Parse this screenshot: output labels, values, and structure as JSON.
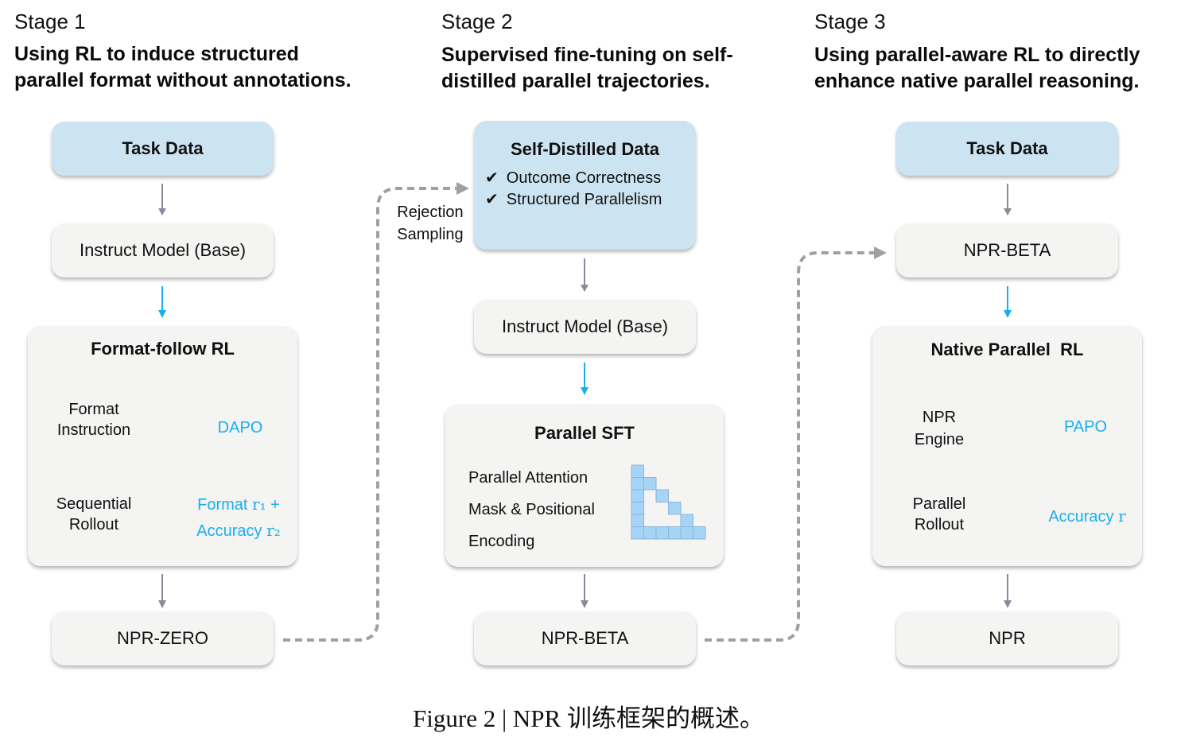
{
  "stages": [
    {
      "label": "Stage 1",
      "desc_line1": "Using RL to induce structured",
      "desc_line2": "parallel format without annotations.",
      "input_box": "Task Data",
      "model_box": "Instruct Model (Base)",
      "panel": {
        "title": "Format-follow RL",
        "left_step1_line1": "Format",
        "left_step1_line2": "Instruction",
        "left_step2_line1": "Sequential",
        "left_step2_line2": "Rollout",
        "algo": "DAPO",
        "reward_line1_text": "Format ",
        "reward_line1_sym": "r₁",
        "reward_line1_suffix": " +",
        "reward_line2_text": "Accuracy ",
        "reward_line2_sym": "r₂"
      },
      "output_box": "NPR-ZERO"
    },
    {
      "label": "Stage 2",
      "desc_line1": "Supervised fine-tuning on self-",
      "desc_line2": "distilled parallel trajectories.",
      "data_box": {
        "title": "Self-Distilled Data",
        "checks": [
          "Outcome Correctness",
          "Structured Parallelism"
        ],
        "check_icon": "✔"
      },
      "transition_label_line1": "Rejection",
      "transition_label_line2": "Sampling",
      "model_box": "Instruct Model (Base)",
      "panel": {
        "title": "Parallel SFT",
        "lines": [
          "Parallel Attention",
          "Mask & Positional",
          "Encoding"
        ],
        "mask_icon": "attention-mask-grid"
      },
      "output_box": "NPR-BETA"
    },
    {
      "label": "Stage 3",
      "desc_line1": "Using parallel-aware RL to directly",
      "desc_line2": "enhance native parallel reasoning.",
      "input_box": "Task Data",
      "model_box": "NPR-BETA",
      "panel": {
        "title": "Native Parallel  RL",
        "left_step1_line1": "NPR",
        "left_step1_line2": "Engine",
        "left_step2_line1": "Parallel",
        "left_step2_line2": "Rollout",
        "algo": "PAPO",
        "reward_text": "Accuracy ",
        "reward_sym": "r"
      },
      "output_box": "NPR"
    }
  ],
  "caption": "Figure 2 | NPR 训练框架的概述。",
  "colors": {
    "blue_box": "#cce4f2",
    "gray_box": "#f4f4f3",
    "cyan_accent": "#17aef0",
    "gray_arrow": "#8a8a9e",
    "dashed_connector": "#a0a0a0",
    "mask_cell": "#a6d4f7"
  }
}
